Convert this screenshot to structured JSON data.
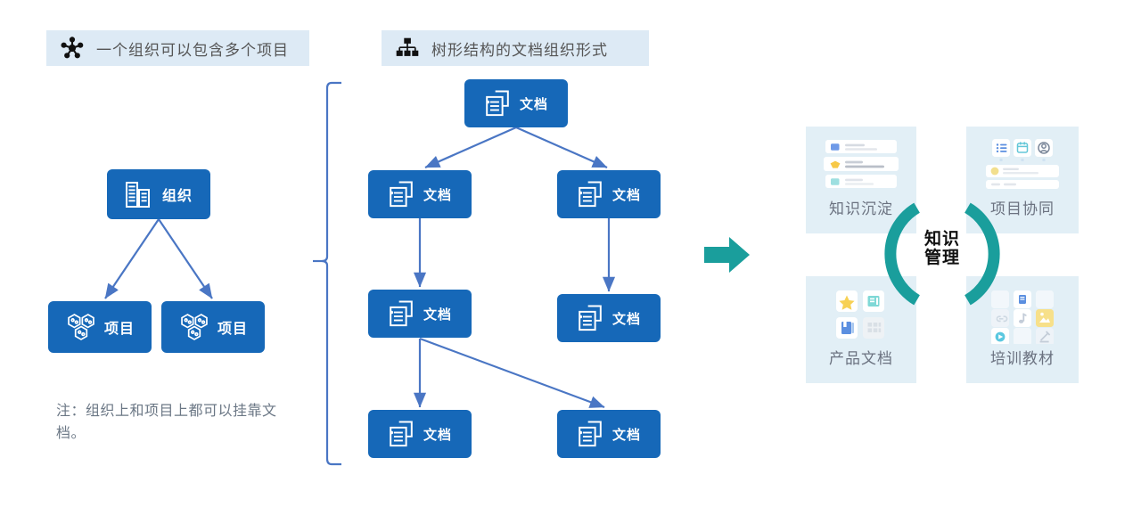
{
  "headers": [
    {
      "icon": "hub-network-icon",
      "label": "一个组织可以包含多个项目"
    },
    {
      "icon": "org-tree-icon",
      "label": "树形结构的文档组织形式"
    }
  ],
  "org_section": {
    "root": {
      "icon": "building-icon",
      "label": "组织"
    },
    "children": [
      {
        "icon": "hexagon-cluster-icon",
        "label": "项目"
      },
      {
        "icon": "hexagon-cluster-icon",
        "label": "项目"
      }
    ],
    "note": "注：组织上和项目上都可以挂靠文档。"
  },
  "doc_tree": {
    "nodes": [
      {
        "id": "root",
        "icon": "document-stack-icon",
        "label": "文档"
      },
      {
        "id": "l1",
        "icon": "document-stack-icon",
        "label": "文档"
      },
      {
        "id": "r1",
        "icon": "document-stack-icon",
        "label": "文档"
      },
      {
        "id": "l2",
        "icon": "document-stack-icon",
        "label": "文档"
      },
      {
        "id": "r2",
        "icon": "document-stack-icon",
        "label": "文档"
      },
      {
        "id": "l3",
        "icon": "document-stack-icon",
        "label": "文档"
      },
      {
        "id": "r3",
        "icon": "document-stack-icon",
        "label": "文档"
      }
    ],
    "edges": [
      [
        "root",
        "l1"
      ],
      [
        "root",
        "r1"
      ],
      [
        "l1",
        "l2"
      ],
      [
        "r1",
        "r2"
      ],
      [
        "l2",
        "l3"
      ],
      [
        "l2",
        "r3"
      ]
    ]
  },
  "flow_arrow": {
    "icon": "right-arrow-icon"
  },
  "knowledge_panel": {
    "center_line1": "知识",
    "center_line2": "管理",
    "cards": [
      {
        "id": "knowledge-precipitation",
        "label": "知识沉淀",
        "art": "list-rows-art"
      },
      {
        "id": "project-collaboration",
        "label": "项目协同",
        "art": "tiles-rows-art"
      },
      {
        "id": "product-document",
        "label": "产品文档",
        "art": "grid-2x2-art"
      },
      {
        "id": "training-material",
        "label": "培训教材",
        "art": "grid-3x3-art"
      }
    ]
  },
  "colors": {
    "node_blue": "#1668b8",
    "connector_blue": "#4a76c4",
    "badge_bg": "#ddeaf5",
    "card_bg": "#e2eff6",
    "accent_teal": "#1a9e9c",
    "label_gray": "#6b7280"
  }
}
